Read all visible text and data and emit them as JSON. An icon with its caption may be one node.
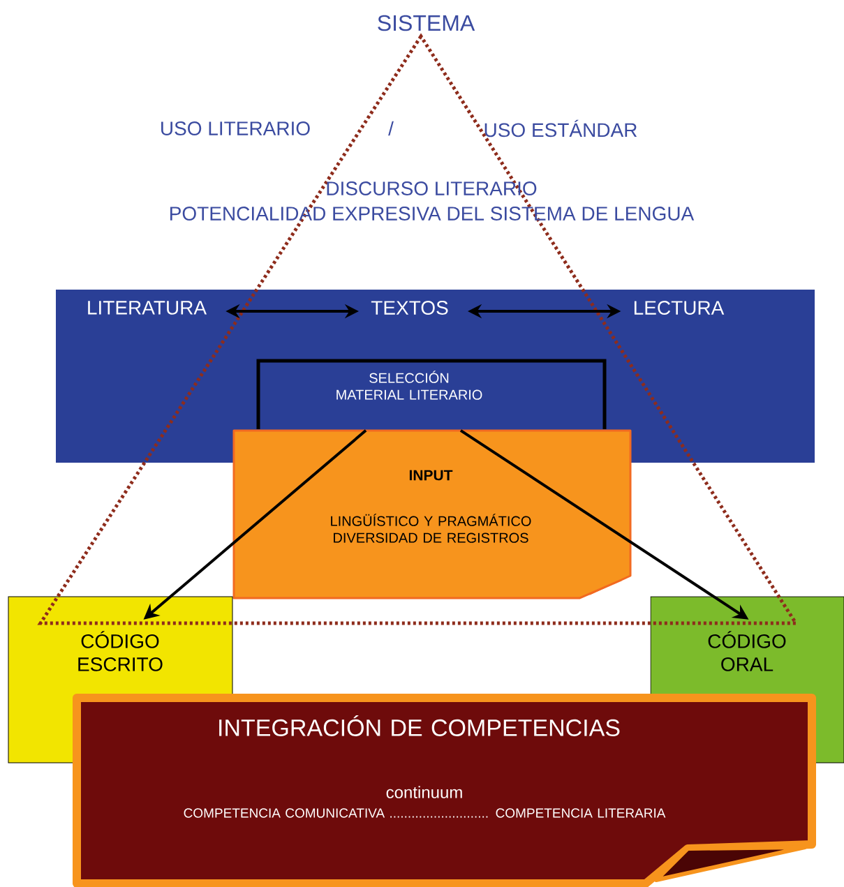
{
  "diagram": {
    "nodes": [
      {
        "text": [],
        "shape": "box"
      },
      {
        "text": [
          "LITERATURA"
        ],
        "in": 0
      },
      {
        "text": [
          "TEXTOS"
        ],
        "in": 0
      },
      {
        "text": [
          "LECTURA"
        ],
        "in": 0
      },
      {
        "text": [
          "SELECCIÓN MATERIAL LITERARIO"
        ],
        "in": 0
      },
      {
        "text": [
          "INPUT",
          "LINGÜÍSTICO Y PRAGMÁTICO DIVERSIDAD DE REGISTROS"
        ]
      },
      {
        "text": [
          "CÓDIGO ESCRITO"
        ]
      },
      {
        "text": [
          "CÓDIGO ORAL"
        ]
      },
      {
        "text": [
          "INTEGRACIÓN DE COMPETENCIAS",
          "continuum",
          "COMPETENCIA COMUNICATIVA ........................... COMPETENCIA LITERARIA"
        ]
      }
    ],
    "edges": [
      {
        "from": 1,
        "to": 2,
        "arrow": "both"
      },
      {
        "from": 2,
        "to": 3,
        "arrow": "both"
      },
      {
        "from": 5,
        "to": 6,
        "arrow": "to"
      },
      {
        "from": 5,
        "to": 7,
        "arrow": "to"
      }
    ],
    "labels": [
      "SISTEMA",
      "USO LITERARIO",
      "/",
      "USO ESTÁNDAR",
      "DISCURSO LITERARIO",
      "POTENCIALIDAD EXPRESIVA DEL SISTEMA DE LENGUA"
    ]
  }
}
